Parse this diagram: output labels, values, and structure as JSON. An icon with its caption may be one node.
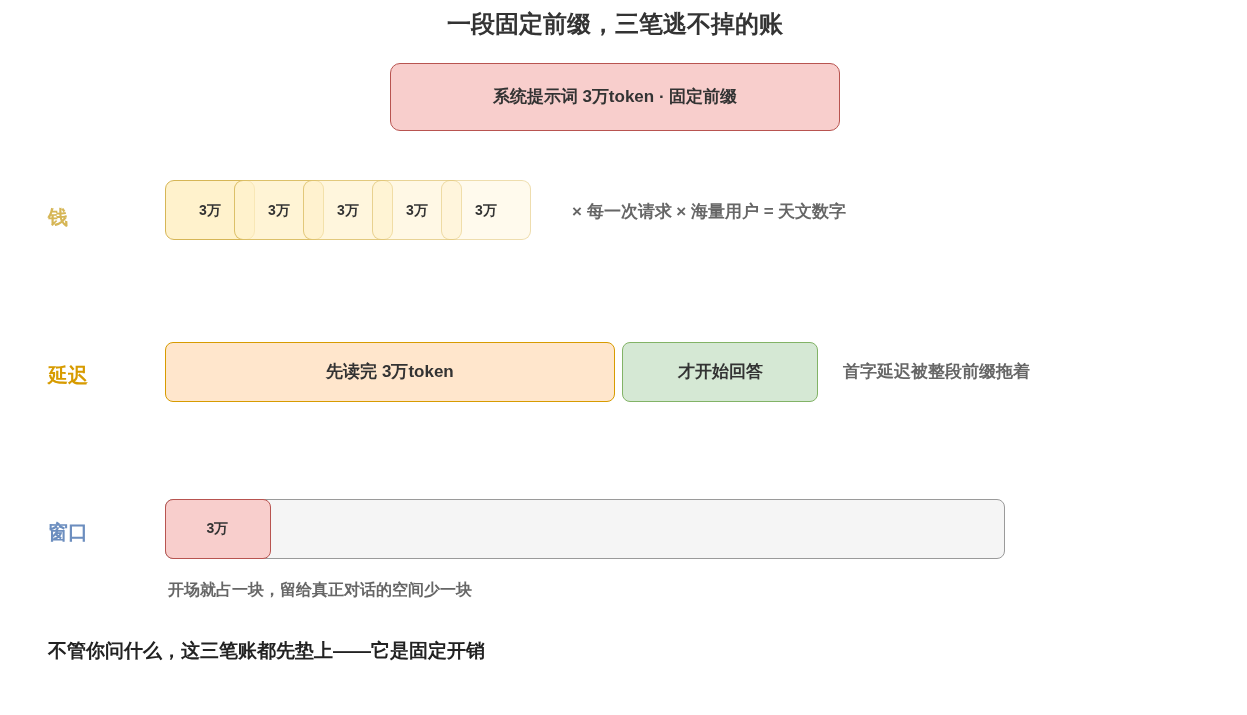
{
  "diagram": {
    "title": "一段固定前缀，三笔逃不掉的账",
    "nodes": [
      {
        "text": [
          "系统提示词 3万token · 固定前缀"
        ]
      },
      {
        "text": [
          "3万"
        ]
      },
      {
        "text": [
          "3万"
        ]
      },
      {
        "text": [
          "3万"
        ]
      },
      {
        "text": [
          "3万"
        ]
      },
      {
        "text": [
          "3万"
        ]
      },
      {
        "text": [
          "先读完 3万token"
        ]
      },
      {
        "text": [
          "才开始回答"
        ]
      },
      {
        "text": [],
        "shape": "bar"
      },
      {
        "text": [
          "3万"
        ],
        "in": 8
      }
    ],
    "labels": [
      "钱",
      "× 每一次请求 × 海量用户 = 天文数字",
      "延迟",
      "首字延迟被整段前缀拖着",
      "窗口",
      "开场就占一块，留给真正对话的空间少一块",
      "不管你问什么，这三笔账都先垫上——它是固定开销"
    ]
  }
}
